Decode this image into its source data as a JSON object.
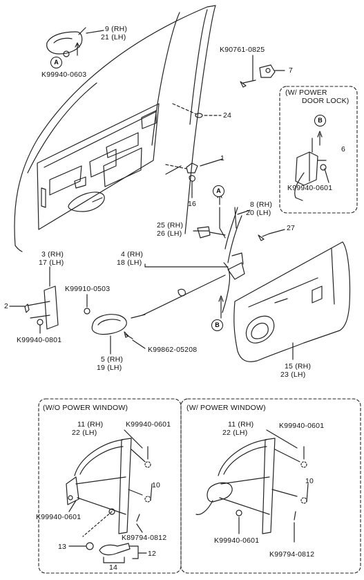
{
  "labels": {
    "p9_21": [
      "9 (RH)",
      "21 (LH)"
    ],
    "k_0603": "K99940-0603",
    "k_0825": "K90761-0825",
    "p7": "7",
    "p24": "24",
    "p1": "1",
    "p16": "16",
    "p8_20": [
      "8 (RH)",
      "20 (LH)"
    ],
    "p25_26": [
      "25 (RH)",
      "26 (LH)"
    ],
    "p4_18": [
      "4 (RH)",
      "18 (LH)"
    ],
    "p27": "27",
    "p3_17": [
      "3 (RH)",
      "17 (LH)"
    ],
    "k_0503": "K99910-0503",
    "p2": "2",
    "k_0801": "K99940-0801",
    "k_05208": "K99862-05208",
    "p5_19": [
      "5 (RH)",
      "19 (LH)"
    ],
    "p15_23": [
      "15 (RH)",
      "23 (LH)"
    ],
    "p6": "6",
    "k_0601_lock": "K99940-0601"
  },
  "callouts": {
    "a": "A",
    "b": "B"
  },
  "power_lock_box": {
    "title": [
      "(W/ POWER",
      "DOOR LOCK)"
    ]
  },
  "bottom_left": {
    "title": "(W/O POWER WINDOW)",
    "p11_22": [
      "11 (RH)",
      "22 (LH)"
    ],
    "k_0601_top": "K99940-0601",
    "p10": "10",
    "k_0601_side": "K99940-0601",
    "k_0812": "K89794-0812",
    "p13": "13",
    "p12": "12",
    "p14": "14"
  },
  "bottom_right": {
    "title": "(W/ POWER WINDOW)",
    "p11_22": [
      "11 (RH)",
      "22 (LH)"
    ],
    "k_0601_top": "K99940-0601",
    "p10": "10",
    "k_0601_bottom": "K99940-0601",
    "k_0812": "K99794-0812"
  }
}
